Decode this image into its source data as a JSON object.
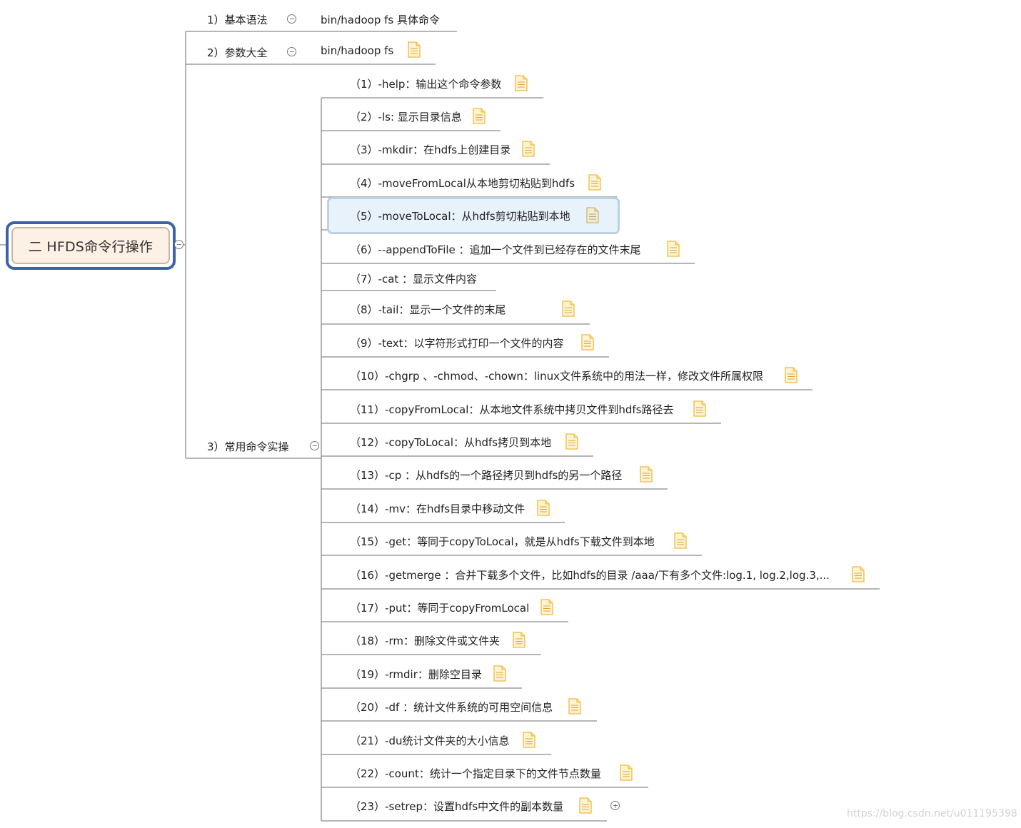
{
  "root": {
    "label": "二 HFDS命令行操作"
  },
  "level1": [
    {
      "label": "1）基本语法",
      "child": "bin/hadoop fs 具体命令"
    },
    {
      "label": "2）参数大全",
      "child": "bin/hadoop fs"
    },
    {
      "label": "3）常用命令实操"
    }
  ],
  "commands": [
    "（1）-help：输出这个命令参数",
    "（2）-ls: 显示目录信息",
    "（3）-mkdir：在hdfs上创建目录",
    "（4）-moveFromLocal从本地剪切粘贴到hdfs",
    "（5）-moveToLocal：从hdfs剪切粘贴到本地",
    "（6）--appendToFile  ：追加一个文件到已经存在的文件末尾",
    "（7）-cat ：显示文件内容",
    "（8）-tail：显示一个文件的末尾",
    "（9）-text：以字符形式打印一个文件的内容",
    "（10）-chgrp 、-chmod、-chown：linux文件系统中的用法一样，修改文件所属权限",
    "（11）-copyFromLocal：从本地文件系统中拷贝文件到hdfs路径去",
    "（12）-copyToLocal：从hdfs拷贝到本地",
    "（13）-cp ：从hdfs的一个路径拷贝到hdfs的另一个路径",
    "（14）-mv：在hdfs目录中移动文件",
    "（15）-get：等同于copyToLocal，就是从hdfs下载文件到本地",
    "（16）-getmerge  ：合并下载多个文件，比如hdfs的目录 /aaa/下有多个文件:log.1, log.2,log.3,...",
    "（17）-put：等同于copyFromLocal",
    "（18）-rm：删除文件或文件夹",
    "（19）-rmdir：删除空目录",
    "（20）-df ：统计文件系统的可用空间信息",
    "（21）-du统计文件夹的大小信息",
    "（22）-count：统计一个指定目录下的文件节点数量",
    "（23）-setrep：设置hdfs中文件的副本数量"
  ],
  "watermark": "https://blog.csdn.net/u011195398",
  "colors": {
    "root_border": "#3b63ad",
    "root_fill": "#fdf0e5",
    "selected_fill": "#e7f2fa",
    "note_icon": "#f4c04e"
  }
}
